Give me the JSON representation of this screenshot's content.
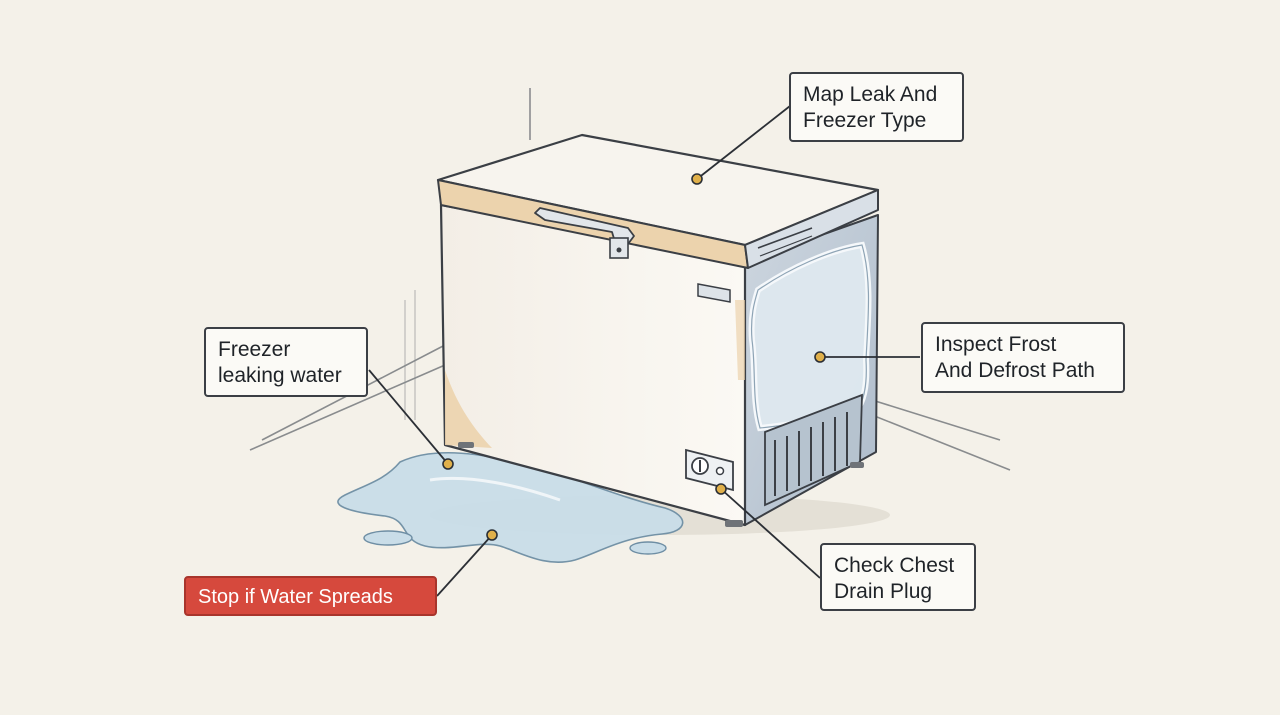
{
  "title": "",
  "callouts": {
    "map_leak": "Map Leak And\nFreezer Type",
    "leaking": "Freezer\nleaking water",
    "inspect_frost": "Inspect Frost\nAnd Defrost Path",
    "drain_plug": "Check Chest\nDrain Plug",
    "stop_warning": "Stop if Water Spreads"
  },
  "colors": {
    "background": "#f4f1e9",
    "outline": "#3b3f45",
    "warning": "#d6493d",
    "water": "#c9dde8",
    "frost": "#dfe9f0",
    "accent_tan": "#ecd3ad"
  },
  "icons": {
    "freezer": "chest-freezer-illustration",
    "water": "water-puddle",
    "frost": "frost-patch",
    "vent": "vent-grille",
    "control": "thermostat-dial"
  }
}
